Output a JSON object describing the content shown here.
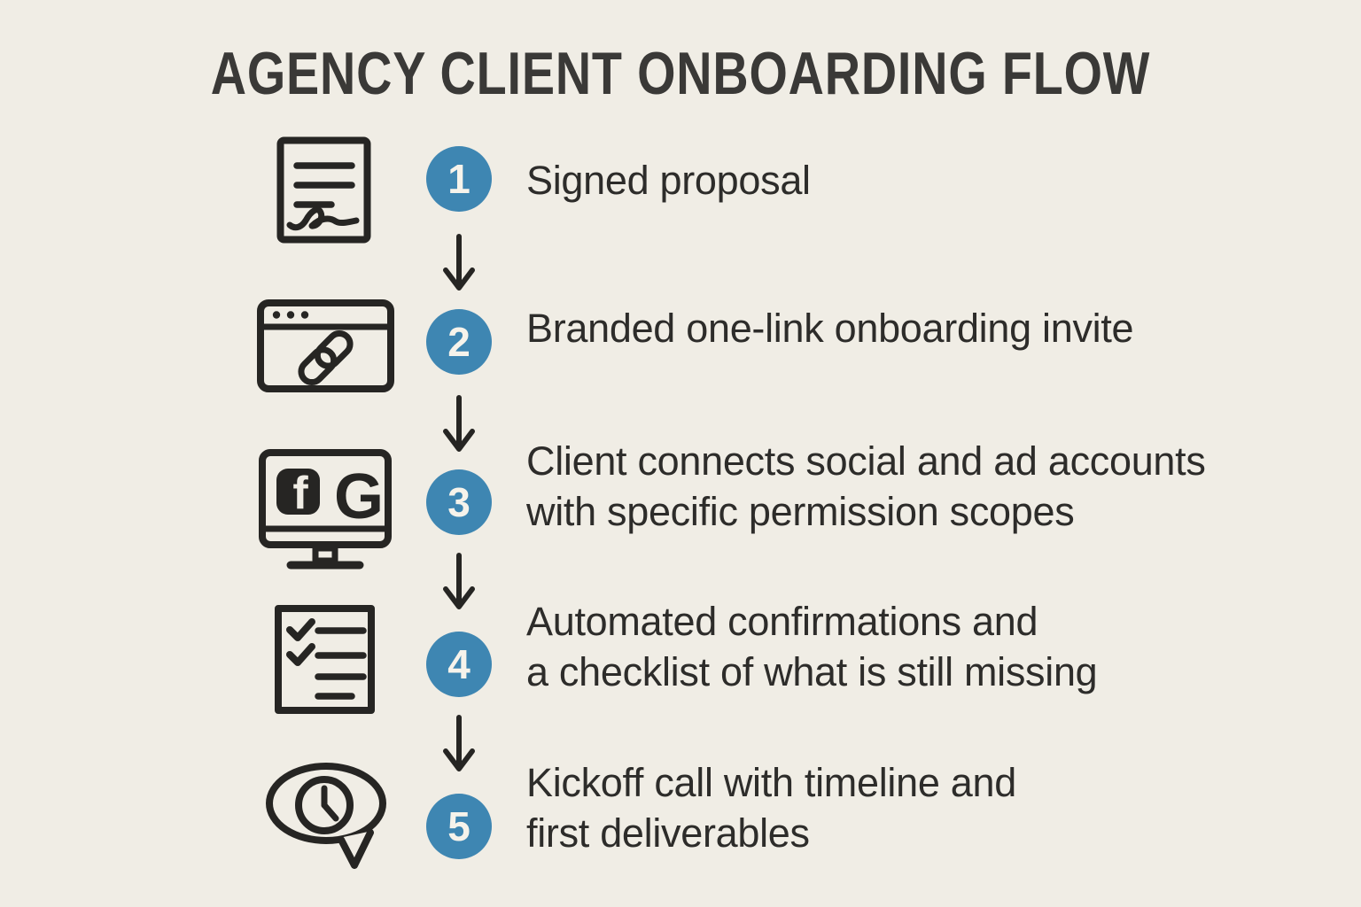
{
  "title": "AGENCY CLIENT ONBOARDING FLOW",
  "colors": {
    "background": "#f0ede5",
    "ink": "#262523",
    "accent_blue": "#3e86b2",
    "number_text": "#f6f3eb",
    "title_text": "#3a3937",
    "body_text": "#2d2c2a"
  },
  "steps": [
    {
      "number": "1",
      "icon": "signed-document-icon",
      "lines": [
        "Signed proposal"
      ]
    },
    {
      "number": "2",
      "icon": "browser-link-icon",
      "lines": [
        "Branded one-link onboarding invite"
      ]
    },
    {
      "number": "3",
      "icon": "monitor-social-ads-icon",
      "icon_labels": {
        "facebook": "f",
        "google": "G"
      },
      "lines": [
        "Client connects social and ad accounts",
        "with specific permission scopes"
      ]
    },
    {
      "number": "4",
      "icon": "checklist-icon",
      "lines": [
        "Automated confirmations and",
        "a checklist of what is still missing"
      ]
    },
    {
      "number": "5",
      "icon": "chat-clock-icon",
      "lines": [
        "Kickoff call with timeline and",
        "first deliverables"
      ]
    }
  ]
}
